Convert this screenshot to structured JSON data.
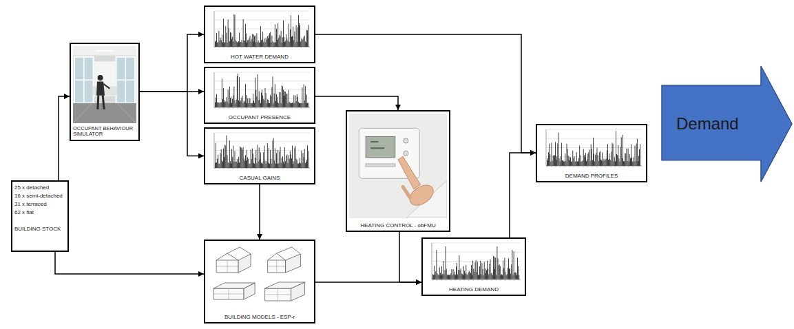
{
  "diagram": {
    "nodes": [
      {
        "text": [
          "25 x detached",
          "16 x semi-detached",
          "31 x terraced",
          "62 x flat",
          "BUILDING STOCK"
        ]
      },
      {
        "text": [
          "OCCUPANT BEHAVIOUR SIMULATOR"
        ]
      },
      {
        "text": [
          "HOT WATER DEMAND"
        ]
      },
      {
        "text": [
          "OCCUPANT PRESENCE"
        ]
      },
      {
        "text": [
          "CASUAL GAINS"
        ]
      },
      {
        "text": [
          "HEATING CONTROL - obFMU"
        ]
      },
      {
        "text": [
          "BUILDING MODELS - ESP-r"
        ]
      },
      {
        "text": [
          "HEATING DEMAND"
        ]
      },
      {
        "text": [
          "DEMAND PROFILES"
        ]
      },
      {
        "text": [
          "Demand"
        ]
      }
    ],
    "edges": [
      {
        "from": 0,
        "to": 1,
        "arrow": "to"
      },
      {
        "from": 0,
        "to": 6,
        "arrow": "to"
      },
      {
        "from": 1,
        "to": 2,
        "arrow": "to"
      },
      {
        "from": 1,
        "to": 3,
        "arrow": "to"
      },
      {
        "from": 1,
        "to": 4,
        "arrow": "to"
      },
      {
        "from": 2,
        "to": 8,
        "arrow": "to"
      },
      {
        "from": 7,
        "to": 8,
        "arrow": "to"
      },
      {
        "from": 3,
        "to": 5,
        "arrow": "to"
      },
      {
        "from": 4,
        "to": 6,
        "arrow": "to"
      },
      {
        "from": 5,
        "to": 7,
        "arrow": "to"
      },
      {
        "from": 6,
        "to": 7,
        "arrow": "to"
      }
    ]
  }
}
